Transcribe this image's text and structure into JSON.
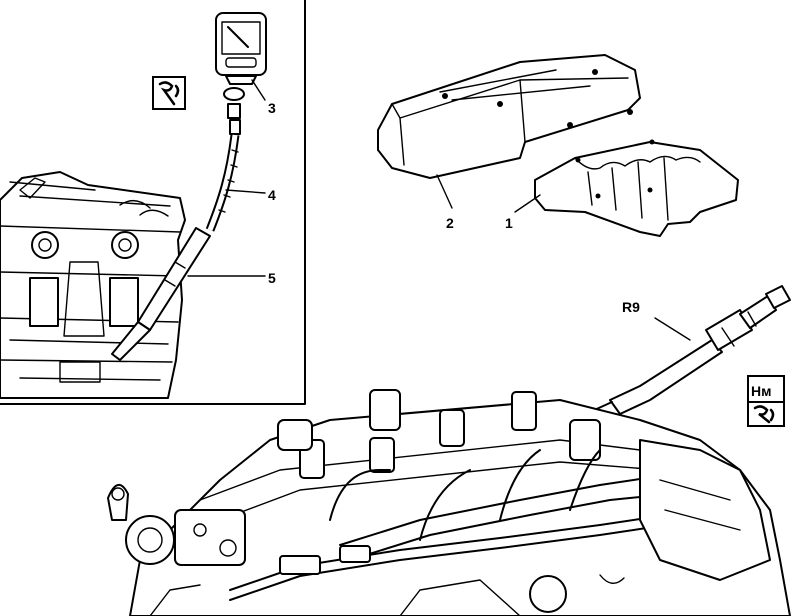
{
  "callouts": {
    "n1": "1",
    "n2": "2",
    "n3": "3",
    "n4": "4",
    "n5": "5",
    "r9": "R9"
  },
  "symbols": {
    "torque_unit": "Нм",
    "tool_icon": "wrench-tool-icon"
  },
  "colors": {
    "line": "#000000",
    "background": "#ffffff"
  }
}
